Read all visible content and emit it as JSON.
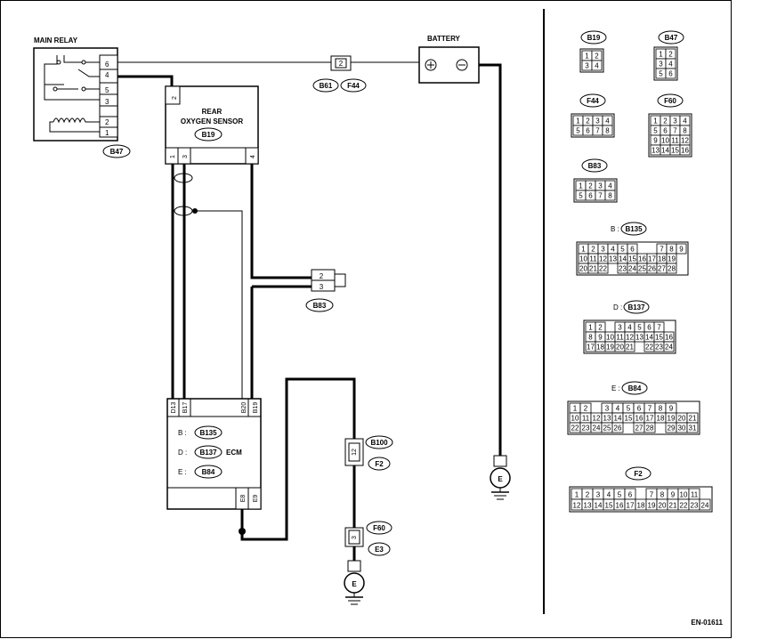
{
  "main_relay": {
    "title": "MAIN RELAY",
    "pins": [
      "6",
      "4",
      "5",
      "3",
      "2",
      "1"
    ],
    "connector": "B47"
  },
  "battery": {
    "title": "BATTERY",
    "plus": "+",
    "minus": "−"
  },
  "fuse_b61": {
    "pin": "2",
    "left": "B61",
    "right": "F44"
  },
  "rear_o2": {
    "line1": "REAR",
    "line2": "OXYGEN SENSOR",
    "connector": "B19",
    "pin_top": "2",
    "pins_bottom": [
      "1",
      "3",
      "4"
    ]
  },
  "b83": {
    "pins": [
      "2",
      "3"
    ],
    "label": "B83"
  },
  "ecm": {
    "title": "ECM",
    "top_pins": [
      "D13",
      "B17",
      "B20",
      "B19"
    ],
    "rows": [
      {
        "prefix": "B :",
        "conn": "B135"
      },
      {
        "prefix": "D :",
        "conn": "B137"
      },
      {
        "prefix": "E :",
        "conn": "B84"
      }
    ],
    "bottom_pins": [
      "E8",
      "E9"
    ]
  },
  "b100": {
    "pin": "12",
    "top": "B100",
    "bottom": "F2"
  },
  "f60": {
    "pin": "3",
    "top": "F60",
    "bottom": "E3"
  },
  "ground": {
    "label": "E"
  },
  "legend": {
    "b19": {
      "label": "B19",
      "rows": [
        [
          "1",
          "2"
        ],
        [
          "3",
          "4"
        ]
      ]
    },
    "b47": {
      "label": "B47",
      "rows": [
        [
          "1",
          "2"
        ],
        [
          "3",
          "4"
        ],
        [
          "5",
          "6"
        ]
      ]
    },
    "f44": {
      "label": "F44",
      "rows": [
        [
          "1",
          "2",
          "3",
          "4"
        ],
        [
          "5",
          "6",
          "7",
          "8"
        ]
      ]
    },
    "f60": {
      "label": "F60",
      "rows": [
        [
          "1",
          "2",
          "3",
          "4"
        ],
        [
          "5",
          "6",
          "7",
          "8"
        ],
        [
          "9",
          "10",
          "11",
          "12"
        ],
        [
          "13",
          "14",
          "15",
          "16"
        ]
      ]
    },
    "b83": {
      "label": "B83",
      "rows": [
        [
          "1",
          "2",
          "3",
          "4"
        ],
        [
          "5",
          "6",
          "7",
          "8"
        ]
      ]
    },
    "b135": {
      "prefix": "B :",
      "label": "B135",
      "rows": [
        [
          "1",
          "2",
          "3",
          "4",
          "5",
          "6",
          "",
          "",
          "7",
          "8",
          "9"
        ],
        [
          "10",
          "11",
          "12",
          "13",
          "14",
          "15",
          "16",
          "17",
          "18",
          "19"
        ],
        [
          "20",
          "21",
          "22",
          "",
          "23",
          "24",
          "25",
          "26",
          "27",
          "28"
        ]
      ]
    },
    "b137": {
      "prefix": "D :",
      "label": "B137",
      "rows": [
        [
          "1",
          "2",
          "",
          "3",
          "4",
          "5",
          "6",
          "7"
        ],
        [
          "8",
          "9",
          "10",
          "11",
          "12",
          "13",
          "14",
          "15",
          "16"
        ],
        [
          "17",
          "18",
          "19",
          "20",
          "21",
          "",
          "22",
          "23",
          "24"
        ]
      ]
    },
    "b84": {
      "prefix": "E :",
      "label": "B84",
      "rows": [
        [
          "1",
          "2",
          "",
          "3",
          "4",
          "5",
          "6",
          "7",
          "8",
          "9"
        ],
        [
          "10",
          "11",
          "12",
          "13",
          "14",
          "15",
          "16",
          "17",
          "18",
          "19",
          "20",
          "21"
        ],
        [
          "22",
          "23",
          "24",
          "25",
          "26",
          "",
          "27",
          "28",
          "",
          "29",
          "30",
          "31"
        ]
      ]
    },
    "f2": {
      "label": "F2",
      "rows": [
        [
          "1",
          "2",
          "3",
          "4",
          "5",
          "6",
          "",
          "7",
          "8",
          "9",
          "10",
          "11"
        ],
        [
          "12",
          "13",
          "14",
          "15",
          "16",
          "17",
          "18",
          "19",
          "20",
          "21",
          "22",
          "23",
          "24"
        ]
      ]
    }
  },
  "footer_code": "EN-01611"
}
